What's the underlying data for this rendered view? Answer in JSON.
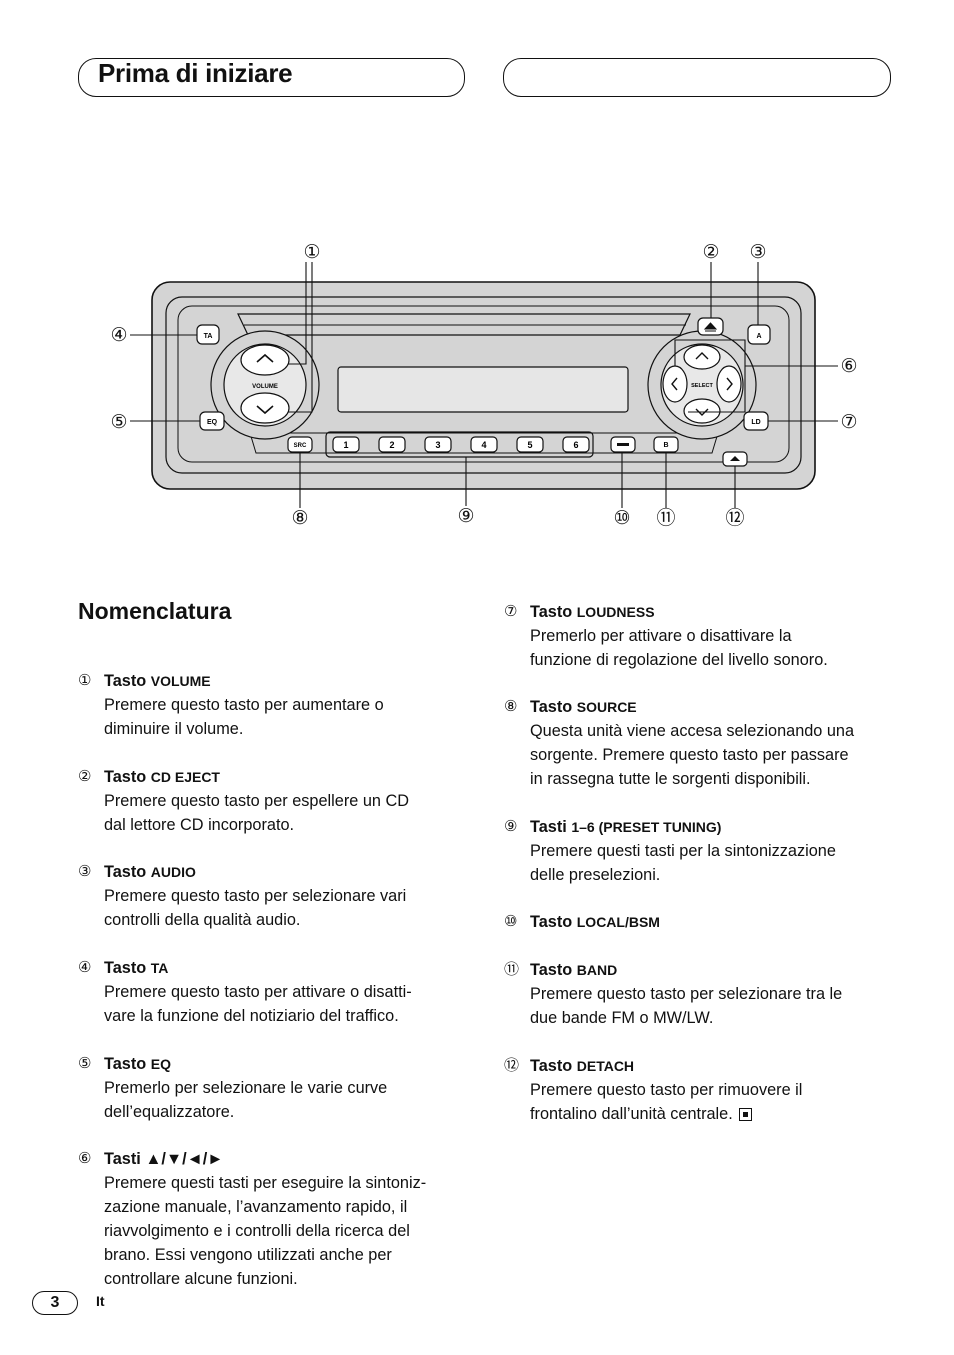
{
  "header": {
    "title": "Prima di iniziare",
    "right_box": ""
  },
  "figure": {
    "callouts": [
      "①",
      "②",
      "③",
      "④",
      "⑤",
      "⑥",
      "⑦",
      "⑧",
      "⑨",
      "⑩",
      "⑪",
      "⑫"
    ],
    "labels": {
      "ta": "TA",
      "eq": "EQ",
      "volume": "VOLUME",
      "src": "SRC",
      "select": "SELECT",
      "audio": "A",
      "ld": "LD",
      "band": "B"
    },
    "presets": [
      "1",
      "2",
      "3",
      "4",
      "5",
      "6"
    ]
  },
  "section": {
    "title": "Nomenclatura"
  },
  "items": [
    {
      "num": "①",
      "head": "Tasto",
      "key": "VOLUME",
      "body": "Premere questo tasto per aumentare o\ndiminuire il volume."
    },
    {
      "num": "②",
      "head": "Tasto",
      "key": "CD EJECT",
      "body": "Premere questo tasto per espellere un CD\ndal lettore CD incorporato."
    },
    {
      "num": "③",
      "head": "Tasto",
      "key": "AUDIO",
      "body": "Premere questo tasto per selezionare vari\ncontrolli della qualità audio."
    },
    {
      "num": "④",
      "head": "Tasto",
      "key": "TA",
      "body": "Premere questo tasto per attivare o disatti-\nvare la funzione del notiziario del traffico."
    },
    {
      "num": "⑤",
      "head": "Tasto",
      "key": "EQ",
      "body": "Premerlo per selezionare le varie curve\ndell’equalizzatore."
    },
    {
      "num": "⑥",
      "head": "Tasti ▲/▼/◄/►",
      "key": "",
      "body": "Premere questi tasti per eseguire la sintoniz-\nzazione manuale, l’avanzamento rapido, il\nriavvolgimento e i controlli della ricerca del\nbrano. Essi vengono utilizzati anche per\ncontrollare alcune funzioni."
    },
    {
      "num": "⑦",
      "head": "Tasto",
      "key": "LOUDNESS",
      "body": "Premerlo per attivare o disattivare la\nfunzione di regolazione del livello sonoro."
    },
    {
      "num": "⑧",
      "head": "Tasto",
      "key": "SOURCE",
      "body": "Questa unità viene accesa selezionando una\nsorgente. Premere questo tasto per passare\nin rassegna tutte le sorgenti disponibili."
    },
    {
      "num": "⑨",
      "head": "Tasti",
      "key": "1–6 (PRESET TUNING)",
      "body": "Premere questi tasti per la sintonizzazione\ndelle preselezioni."
    },
    {
      "num": "⑩",
      "head": "Tasto",
      "key": "LOCAL/BSM",
      "body": ""
    },
    {
      "num": "⑪",
      "head": "Tasto",
      "key": "BAND",
      "body": "Premere questo tasto per selezionare tra le\ndue bande FM o MW/LW."
    },
    {
      "num": "⑫",
      "head": "Tasto",
      "key": "DETACH",
      "body": "Premere questo tasto per rimuovere il\nfrontalino dall’unità centrale."
    }
  ],
  "footer": {
    "page": "3",
    "lang": "It"
  }
}
